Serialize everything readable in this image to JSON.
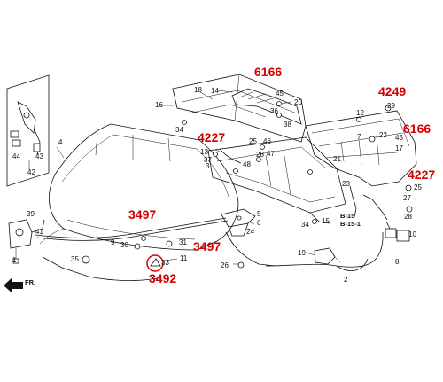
{
  "colors": {
    "line": "#111111",
    "callout": "#d40000",
    "background": "#ffffff"
  },
  "callouts": {
    "c6166_top": "6166",
    "c4249": "4249",
    "c6166_right": "6166",
    "c4227_left": "4227",
    "c4227_right": "4227",
    "c3497_left": "3497",
    "c3497_mid": "3497",
    "c3492": "3492"
  },
  "labels": {
    "p1": "1",
    "p2": "2",
    "p3": "3",
    "p4": "4",
    "p5": "5",
    "p6": "6",
    "p7": "7",
    "p8": "8",
    "p9": "9",
    "p10": "10",
    "p11": "11",
    "p12": "12",
    "p13": "13",
    "p14": "14",
    "p15": "15",
    "p16": "16",
    "p17": "17",
    "p18": "18",
    "p19": "19",
    "p20": "20",
    "p21": "21",
    "p22": "22",
    "p23": "23",
    "p24": "24",
    "p25a": "25",
    "p25b": "25",
    "p26": "26",
    "p27": "27",
    "p28a": "28",
    "p28b": "28",
    "p29": "29",
    "p30": "30",
    "p31": "31",
    "p33": "33",
    "p34a": "34",
    "p34b": "34",
    "p35": "35",
    "p36": "36",
    "p37": "37",
    "p38": "38",
    "p39": "39",
    "p41": "41",
    "p42": "42",
    "p43": "43",
    "p44": "44",
    "p45a": "45",
    "p45b": "45",
    "p46": "46",
    "p47": "47",
    "p48": "48"
  },
  "refs": {
    "b15": "B-15",
    "b151": "B-15-1"
  },
  "direction_label": "FR."
}
